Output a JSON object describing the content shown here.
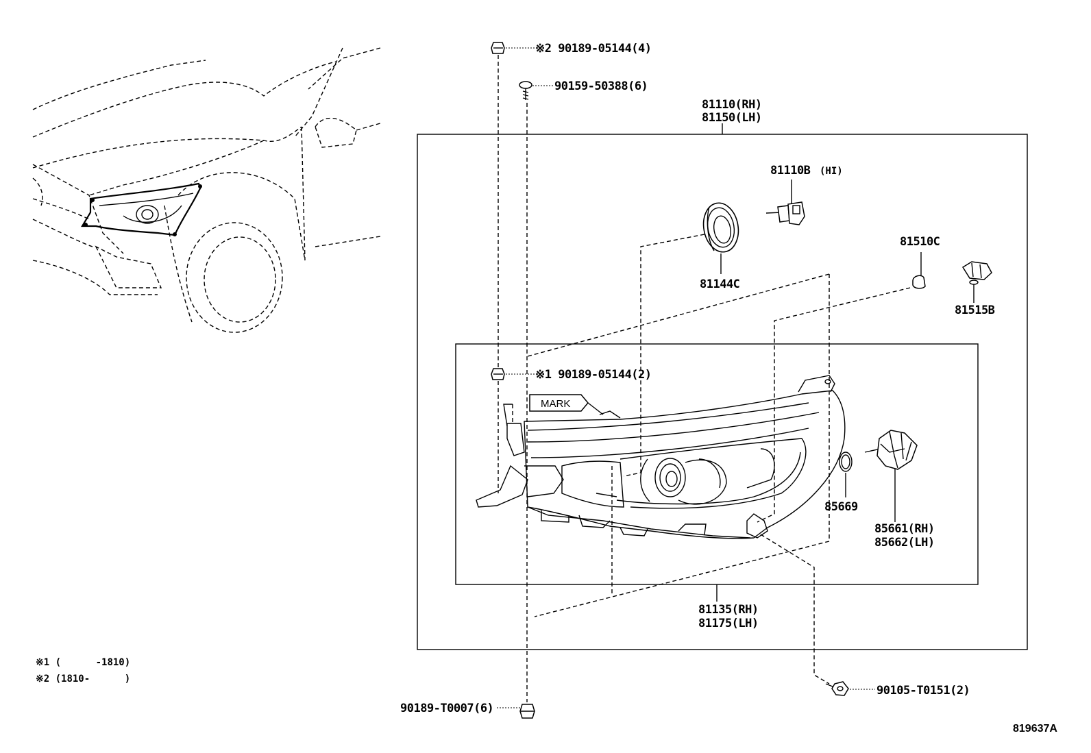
{
  "labels": {
    "bolt_top": "※2 90189-05144(4)",
    "screw_top": "90159-50388(6)",
    "unit_code_rh": "81110(RH)",
    "unit_code_lh": "81150(LH)",
    "bulb_hi": "81110B",
    "bulb_hi_suffix": "(HI)",
    "cap": "81144C",
    "bulb_small": "81510C",
    "socket": "81515B",
    "bolt_mid": "※1 90189-05144(2)",
    "mark": "MARK",
    "oring": "85669",
    "lamp_socket_rh": "85661(RH)",
    "lamp_socket_lh": "85662(LH)",
    "housing_rh": "81135(RH)",
    "housing_lh": "81175(LH)",
    "bolt_bottom_left": "90189-T0007(6)",
    "bolt_bottom_right": "90105-T0151(2)",
    "diagram_code": "819637A"
  },
  "notes": {
    "note1": "※1 (      -1810)",
    "note2": "※2 (1810-      )"
  }
}
